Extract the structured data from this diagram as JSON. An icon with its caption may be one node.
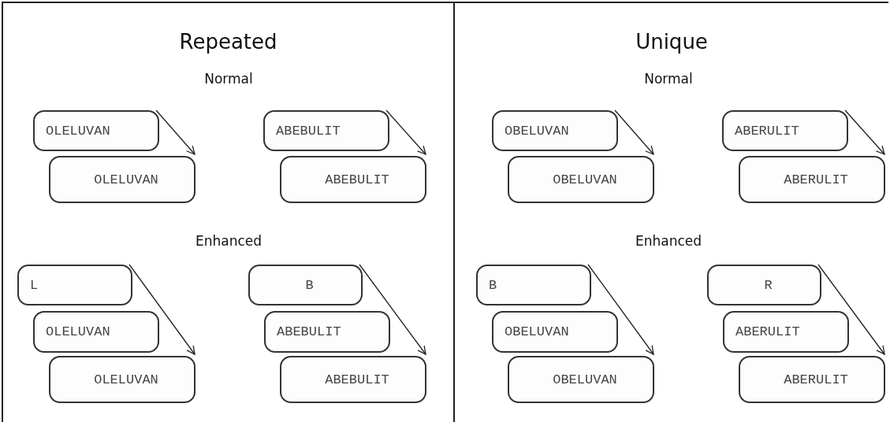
{
  "diagram": {
    "nodes": [
      {
        "text": [
          "Repeated"
        ]
      },
      {
        "text": [
          "OLELUVAN"
        ],
        "in": 0
      },
      {
        "text": [
          "OLELUVAN"
        ],
        "in": 0
      },
      {
        "text": [
          "ABEBULIT"
        ],
        "in": 0
      },
      {
        "text": [
          "ABEBULIT"
        ],
        "in": 0
      },
      {
        "text": [
          "L"
        ],
        "in": 0
      },
      {
        "text": [
          "OLELUVAN"
        ],
        "in": 0
      },
      {
        "text": [
          "OLELUVAN"
        ],
        "in": 0
      },
      {
        "text": [
          "B"
        ],
        "in": 0
      },
      {
        "text": [
          "ABEBULIT"
        ],
        "in": 0
      },
      {
        "text": [
          "ABEBULIT"
        ],
        "in": 0
      },
      {
        "text": [
          "Unique"
        ]
      },
      {
        "text": [
          "OBELUVAN"
        ],
        "in": 11
      },
      {
        "text": [
          "OBELUVAN"
        ],
        "in": 11
      },
      {
        "text": [
          "ABERULIT"
        ],
        "in": 11
      },
      {
        "text": [
          "ABERULIT"
        ],
        "in": 11
      },
      {
        "text": [
          "B"
        ],
        "in": 11
      },
      {
        "text": [
          "OBELUVAN"
        ],
        "in": 11
      },
      {
        "text": [
          "OBELUVAN"
        ],
        "in": 11
      },
      {
        "text": [
          "R"
        ],
        "in": 11
      },
      {
        "text": [
          "ABERULIT"
        ],
        "in": 11
      },
      {
        "text": [
          "ABERULIT"
        ],
        "in": 11
      }
    ],
    "edges": [
      {
        "from": 1,
        "to": 2,
        "arrow": "to"
      },
      {
        "from": 3,
        "to": 4,
        "arrow": "to"
      },
      {
        "from": 5,
        "to": 7,
        "arrow": "to"
      },
      {
        "from": 8,
        "to": 10,
        "arrow": "to"
      },
      {
        "from": 12,
        "to": 13,
        "arrow": "to"
      },
      {
        "from": 14,
        "to": 15,
        "arrow": "to"
      },
      {
        "from": 16,
        "to": 18,
        "arrow": "to"
      },
      {
        "from": 19,
        "to": 21,
        "arrow": "to"
      }
    ],
    "labels": [
      "Normal",
      "Enhanced",
      "Normal",
      "Enhanced"
    ]
  }
}
